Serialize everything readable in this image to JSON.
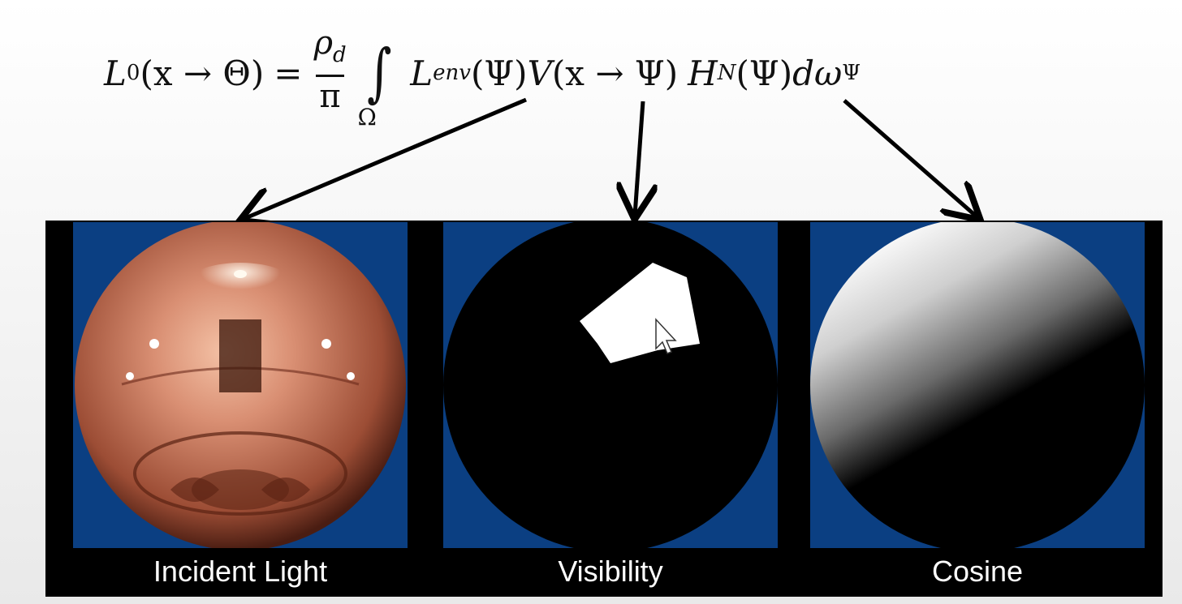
{
  "equation": {
    "lhs": "L",
    "lhs_sub": "0",
    "lhs_args": "(x → Θ)",
    "equals": "=",
    "frac_num": "ρ",
    "frac_num_sub": "d",
    "frac_den": "π",
    "integral": "∫",
    "domain": "Ω",
    "term1": "L",
    "term1_sub": "env",
    "term1_args": "(Ψ)",
    "term2": "V",
    "term2_args": "(x → Ψ)",
    "term3": "H",
    "term3_sub": "N",
    "term3_args": "(Ψ)",
    "term4": "dω",
    "term4_sub": "Ψ"
  },
  "panels": [
    {
      "label": "Incident Light",
      "depicts": "mirror-sphere-environment-map"
    },
    {
      "label": "Visibility",
      "depicts": "binary-visibility-mask"
    },
    {
      "label": "Cosine",
      "depicts": "cosine-shaded-sphere"
    }
  ],
  "colors": {
    "panel_background": "#0b3f82",
    "strip_background": "#000000",
    "label_text": "#ffffff",
    "incident_light_tint": "#d98f73"
  }
}
